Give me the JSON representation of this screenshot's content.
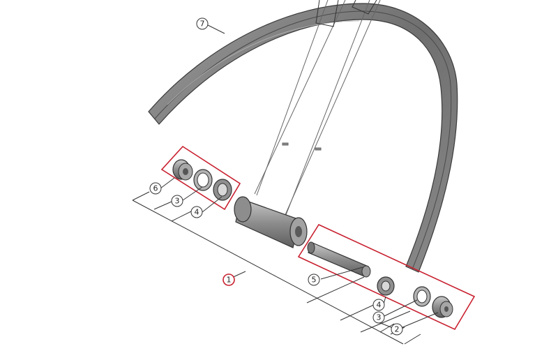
{
  "callouts": {
    "c1": "1",
    "c2": "2",
    "c3_left": "3",
    "c3_right": "3",
    "c4_left": "4",
    "c4_right": "4",
    "c5": "5",
    "c6": "6",
    "c7": "7"
  },
  "colors": {
    "highlight_box": "#c8202f",
    "rim_fill": "#7d7d7d",
    "rim_edge": "#3a3a3a",
    "part_fill": "#9a9a9a",
    "line": "#333333"
  }
}
